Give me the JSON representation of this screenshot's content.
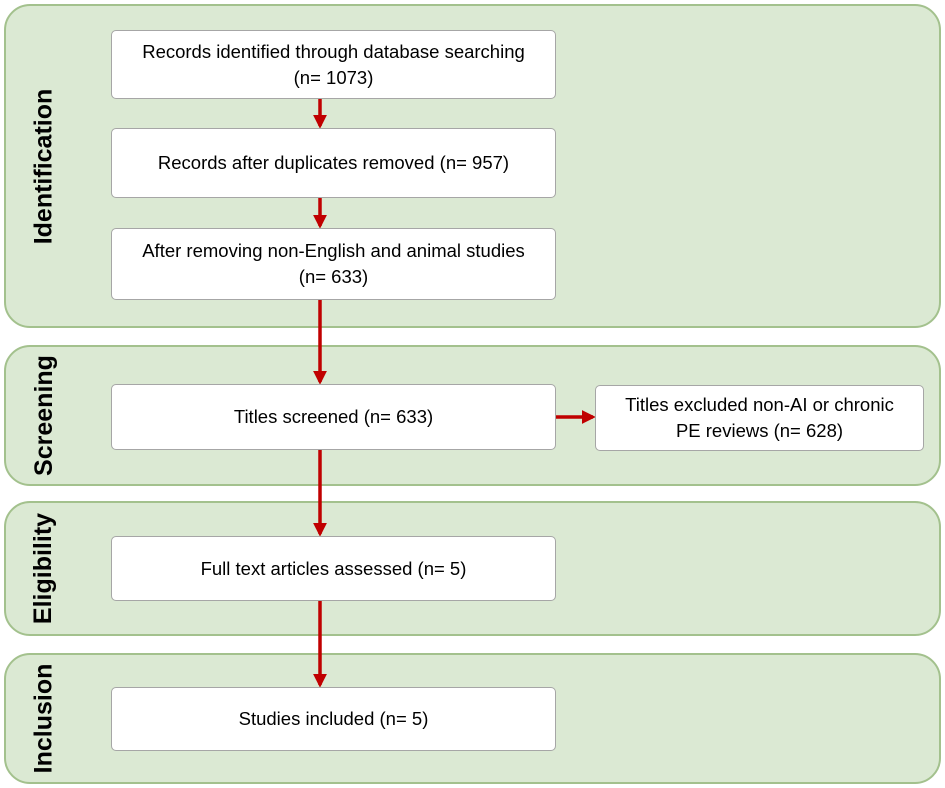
{
  "colors": {
    "panel_fill": "#dbe9d3",
    "panel_border": "#a3c18d",
    "box_fill": "#ffffff",
    "box_border": "#a6a6a6",
    "arrow": "#c00000"
  },
  "phases": {
    "identification": "Identification",
    "screening": "Screening",
    "eligibility": "Eligibility",
    "inclusion": "Inclusion"
  },
  "boxes": {
    "records_identified": "Records identified through database searching\n(n= 1073)",
    "duplicates_removed": "Records after duplicates removed (n= 957)",
    "non_english_removed": "After removing non-English and animal studies\n(n= 633)",
    "titles_screened": "Titles screened (n= 633)",
    "titles_excluded": "Titles excluded non-AI or chronic\nPE reviews (n= 628)",
    "full_text_assessed": "Full text articles assessed (n= 5)",
    "studies_included": "Studies included (n= 5)"
  }
}
